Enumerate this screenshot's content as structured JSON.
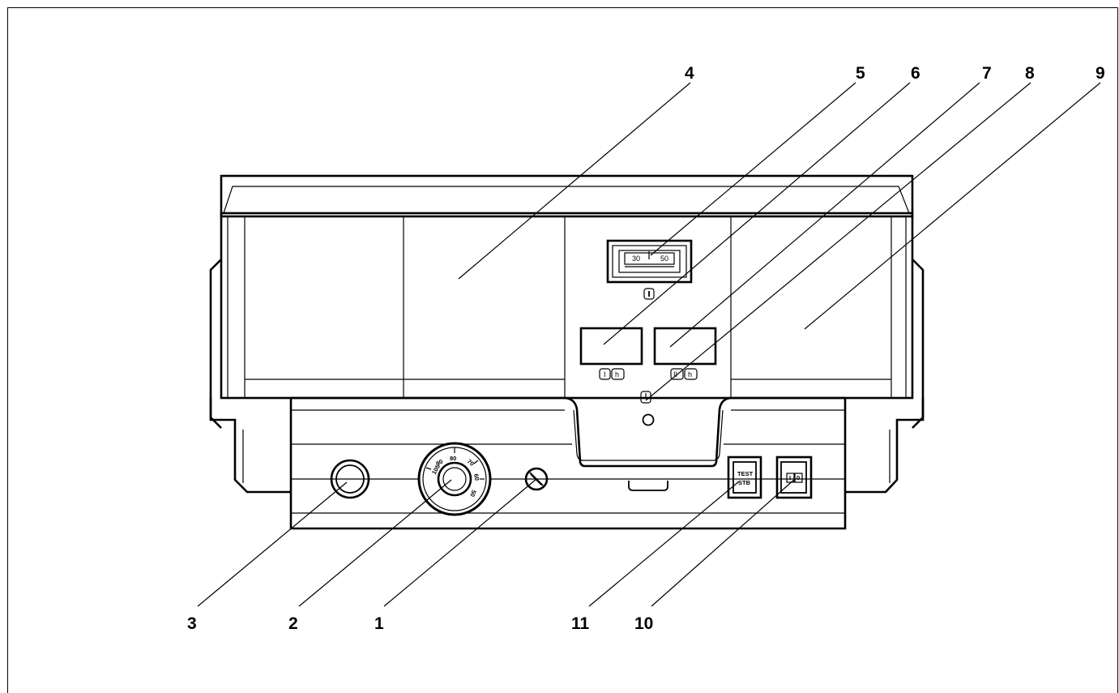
{
  "callouts": {
    "c1": "1",
    "c2": "2",
    "c3": "3",
    "c4": "4",
    "c5": "5",
    "c6": "6",
    "c7": "7",
    "c8": "8",
    "c9": "9",
    "c10": "10",
    "c11": "11"
  },
  "thermometer": {
    "scale_left": "30",
    "scale_right": "50"
  },
  "dial": {
    "marks": [
      "105",
      "90",
      "80",
      "70",
      "60",
      "50"
    ]
  },
  "test_button": {
    "line1": "TEST",
    "line2": "STB"
  },
  "switch": {
    "on_glyph": "I",
    "off_glyph": "0"
  },
  "hour_meters": {
    "meter1": {
      "stage": "I",
      "unit": "h"
    },
    "meter2": {
      "stage": "II",
      "unit": "h"
    }
  }
}
